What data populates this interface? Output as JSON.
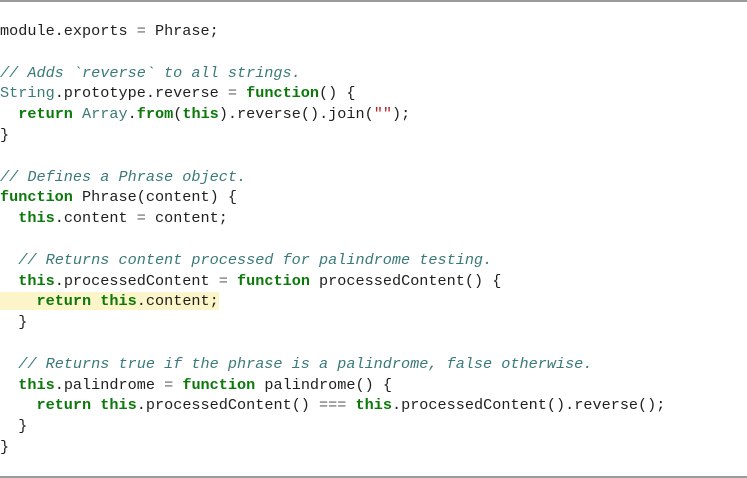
{
  "editor": {
    "lines": [
      {
        "parts": [
          {
            "t": "id",
            "v": "module.exports "
          },
          {
            "t": "op",
            "v": "="
          },
          {
            "t": "id",
            "v": " Phrase;"
          }
        ]
      },
      {
        "parts": []
      },
      {
        "parts": [
          {
            "t": "cm",
            "v": "// Adds `reverse` to all strings."
          }
        ]
      },
      {
        "parts": [
          {
            "t": "bt",
            "v": "String"
          },
          {
            "t": "id",
            "v": ".prototype.reverse "
          },
          {
            "t": "op",
            "v": "="
          },
          {
            "t": "id",
            "v": " "
          },
          {
            "t": "kw",
            "v": "function"
          },
          {
            "t": "id",
            "v": "() {"
          }
        ]
      },
      {
        "parts": [
          {
            "t": "id",
            "v": "  "
          },
          {
            "t": "kw",
            "v": "return"
          },
          {
            "t": "id",
            "v": " "
          },
          {
            "t": "bt",
            "v": "Array"
          },
          {
            "t": "id",
            "v": "."
          },
          {
            "t": "kw",
            "v": "from"
          },
          {
            "t": "id",
            "v": "("
          },
          {
            "t": "kw",
            "v": "this"
          },
          {
            "t": "id",
            "v": ").reverse().join("
          },
          {
            "t": "st",
            "v": "\"\""
          },
          {
            "t": "id",
            "v": ");"
          }
        ]
      },
      {
        "parts": [
          {
            "t": "id",
            "v": "}"
          }
        ]
      },
      {
        "parts": []
      },
      {
        "parts": [
          {
            "t": "cm",
            "v": "// Defines a Phrase object."
          }
        ]
      },
      {
        "parts": [
          {
            "t": "kw",
            "v": "function"
          },
          {
            "t": "id",
            "v": " Phrase(content) {"
          }
        ]
      },
      {
        "parts": [
          {
            "t": "id",
            "v": "  "
          },
          {
            "t": "kw",
            "v": "this"
          },
          {
            "t": "id",
            "v": ".content "
          },
          {
            "t": "op",
            "v": "="
          },
          {
            "t": "id",
            "v": " content;"
          }
        ]
      },
      {
        "parts": []
      },
      {
        "parts": [
          {
            "t": "id",
            "v": "  "
          },
          {
            "t": "cm",
            "v": "// Returns content processed for palindrome testing."
          }
        ]
      },
      {
        "parts": [
          {
            "t": "id",
            "v": "  "
          },
          {
            "t": "kw",
            "v": "this"
          },
          {
            "t": "id",
            "v": ".processedContent "
          },
          {
            "t": "op",
            "v": "="
          },
          {
            "t": "id",
            "v": " "
          },
          {
            "t": "kw",
            "v": "function"
          },
          {
            "t": "id",
            "v": " processedContent() {"
          }
        ]
      },
      {
        "highlight": true,
        "parts": [
          {
            "t": "id",
            "v": "    "
          },
          {
            "t": "kw",
            "v": "return"
          },
          {
            "t": "id",
            "v": " "
          },
          {
            "t": "kw",
            "v": "this"
          },
          {
            "t": "id",
            "v": ".content;"
          }
        ]
      },
      {
        "parts": [
          {
            "t": "id",
            "v": "  }"
          }
        ]
      },
      {
        "parts": []
      },
      {
        "parts": [
          {
            "t": "id",
            "v": "  "
          },
          {
            "t": "cm",
            "v": "// Returns true if the phrase is a palindrome, false otherwise."
          }
        ]
      },
      {
        "parts": [
          {
            "t": "id",
            "v": "  "
          },
          {
            "t": "kw",
            "v": "this"
          },
          {
            "t": "id",
            "v": ".palindrome "
          },
          {
            "t": "op",
            "v": "="
          },
          {
            "t": "id",
            "v": " "
          },
          {
            "t": "kw",
            "v": "function"
          },
          {
            "t": "id",
            "v": " palindrome() {"
          }
        ]
      },
      {
        "parts": [
          {
            "t": "id",
            "v": "    "
          },
          {
            "t": "kw",
            "v": "return"
          },
          {
            "t": "id",
            "v": " "
          },
          {
            "t": "kw",
            "v": "this"
          },
          {
            "t": "id",
            "v": ".processedContent() "
          },
          {
            "t": "op",
            "v": "==="
          },
          {
            "t": "id",
            "v": " "
          },
          {
            "t": "kw",
            "v": "this"
          },
          {
            "t": "id",
            "v": ".processedContent().reverse();"
          }
        ]
      },
      {
        "parts": [
          {
            "t": "id",
            "v": "  }"
          }
        ]
      },
      {
        "parts": [
          {
            "t": "id",
            "v": "}"
          }
        ]
      }
    ]
  },
  "colors": {
    "keyword": "#0b7a0b",
    "comment": "#3b7a7a",
    "builtin": "#3b7a7a",
    "string": "#ba2121",
    "operator": "#666666",
    "highlight_line": "#fbf5c9",
    "border": "#9a9a9a"
  }
}
